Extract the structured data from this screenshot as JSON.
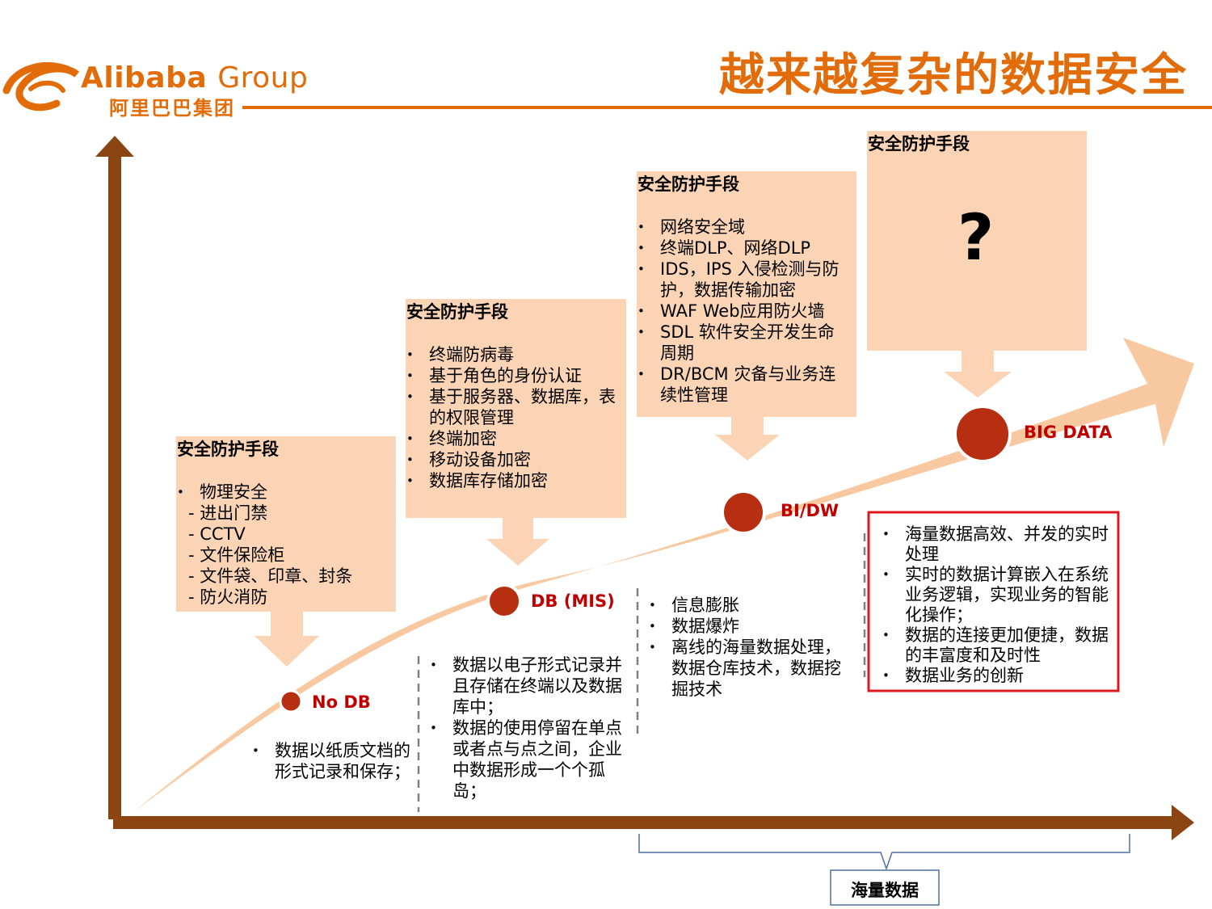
{
  "header": {
    "logo_en": "Alibaba",
    "logo_group": "Group",
    "logo_cn": "阿里巴巴集团",
    "title": "越来越复杂的数据安全"
  },
  "colors": {
    "accent": "#e36c0a",
    "axis": "#8b4513",
    "box": "#fad4b4",
    "curve": "#f8c9a0",
    "node": "#b82e10",
    "label": "#c00000"
  },
  "boxes": [
    {
      "title": "安全防护手段",
      "items": [
        "物理安全"
      ],
      "sub_items": [
        "- 进出门禁",
        "- CCTV",
        "- 文件保险柜",
        "- 文件袋、印章、封条",
        "- 防火消防"
      ]
    },
    {
      "title": "安全防护手段",
      "items": [
        "终端防病毒",
        "基于角色的身份认证",
        "基于服务器、数据库，表的权限管理",
        "终端加密",
        "移动设备加密",
        "数据库存储加密"
      ]
    },
    {
      "title": "安全防护手段",
      "items": [
        "网络安全域",
        "终端DLP、网络DLP",
        "IDS，IPS 入侵检测与防护，数据传输加密",
        "WAF Web应用防火墙",
        "SDL 软件安全开发生命周期",
        "DR/BCM 灾备与业务连续性管理"
      ]
    },
    {
      "title": "安全防护手段",
      "symbol": "?"
    }
  ],
  "stages": [
    {
      "label": "No DB",
      "notes": [
        "数据以纸质文档的形式记录和保存；"
      ]
    },
    {
      "label": "DB (MIS)",
      "notes": [
        "数据以电子形式记录并且存储在终端以及数据库中；",
        "数据的使用停留在单点或者点与点之间，企业中数据形成一个个孤岛；"
      ]
    },
    {
      "label": "BI/DW",
      "notes": [
        "信息膨胀",
        "数据爆炸",
        "离线的海量数据处理，数据仓库技术，数据挖掘技术"
      ]
    },
    {
      "label": "BIG DATA",
      "notes": [
        "海量数据高效、并发的实时处理",
        "实时的数据计算嵌入在系统业务逻辑，实现业务的智能化操作；",
        "数据的连接更加便捷，数据的丰富度和及时性",
        "数据业务的创新"
      ]
    }
  ],
  "bracket_label": "海量数据"
}
